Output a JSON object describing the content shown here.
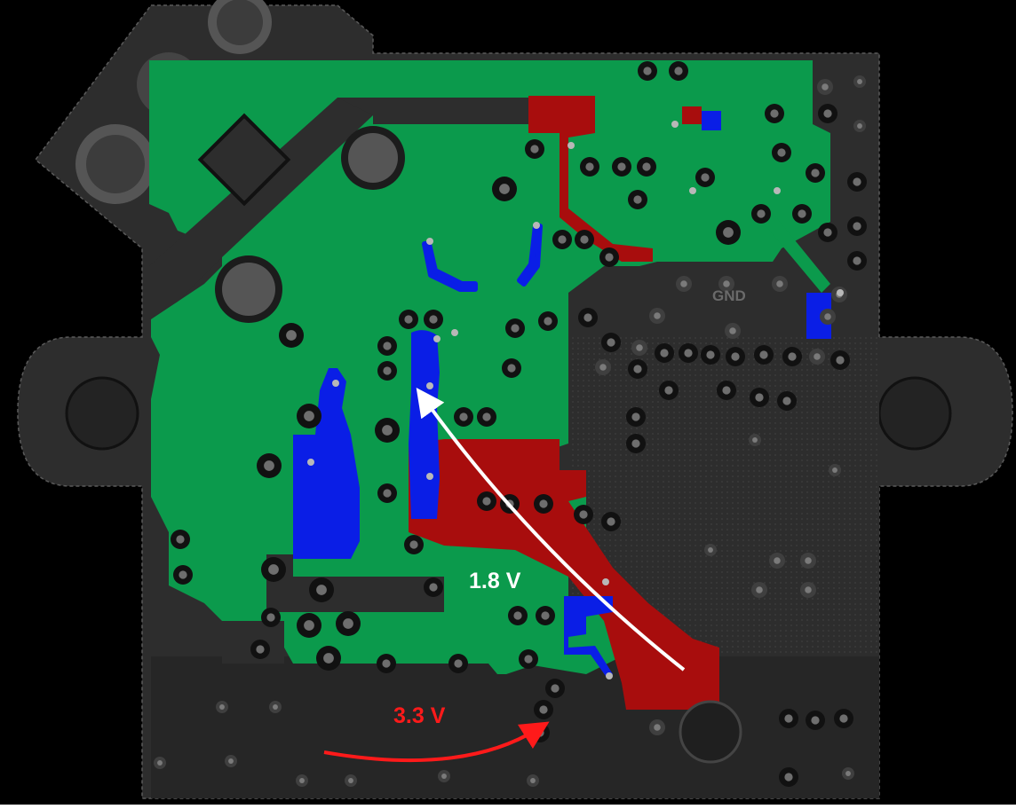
{
  "labels": {
    "silk_text": "GND",
    "voltage_low": "1.8 V",
    "voltage_high": "3.3 V"
  },
  "colors": {
    "background": "#000000",
    "board": "#2d2d2d",
    "board_dark": "#1f1f1f",
    "pad_ring": "#505050",
    "gnd_pour": "#0b9a4c",
    "rail_3v3": "#a80d0d",
    "rail_1v8": "#0a1ee6",
    "via_center": "#b8b8b8",
    "label_1v8": "#ffffff",
    "label_3v3": "#ff1a1a",
    "silk": "#6a6a6a"
  },
  "icons": [
    "arrow-icon-1v8-flow",
    "arrow-icon-3v3-flow"
  ]
}
